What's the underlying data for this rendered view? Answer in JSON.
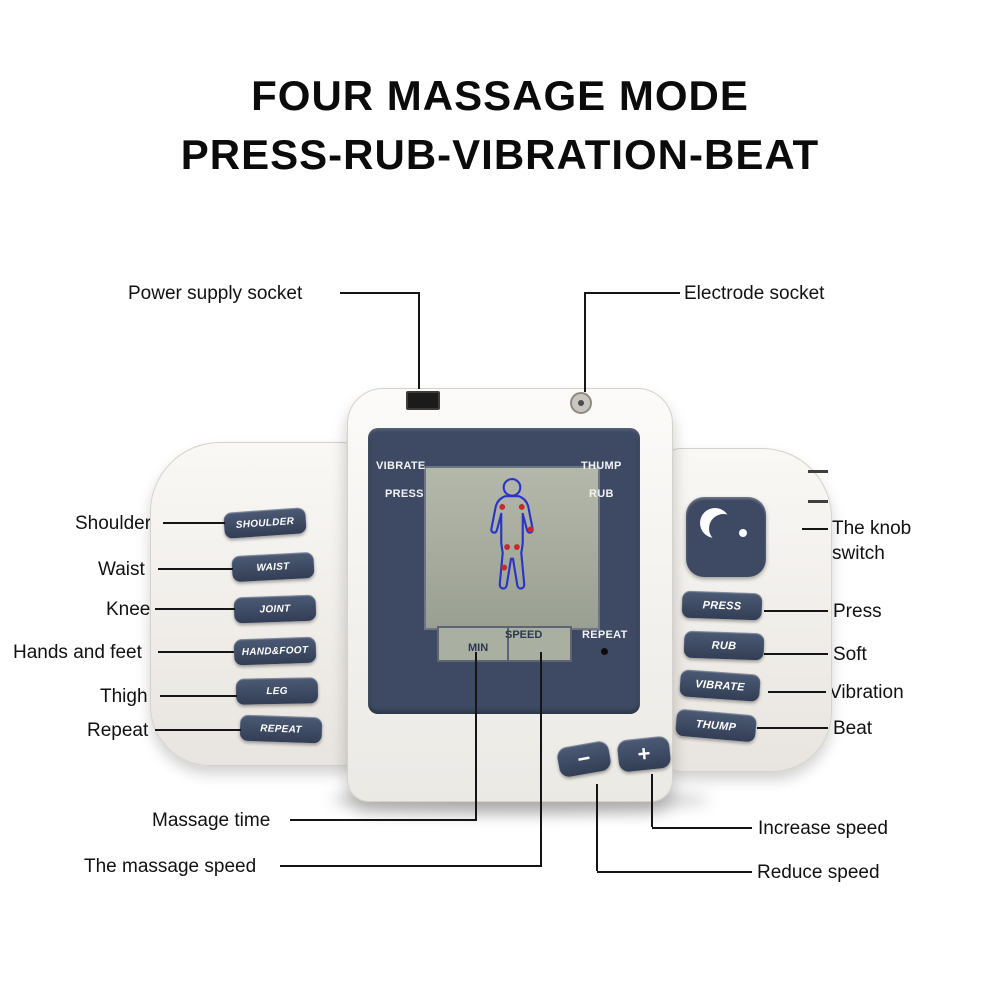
{
  "title": {
    "line1": "FOUR MASSAGE MODE",
    "line2": "PRESS-RUB-VIBRATION-BEAT"
  },
  "callouts": {
    "power_supply_socket": "Power supply socket",
    "electrode_socket": "Electrode socket",
    "shoulder": "Shoulder",
    "waist": "Waist",
    "knee": "Knee",
    "hands_and_feet": "Hands and feet",
    "thigh": "Thigh",
    "repeat": "Repeat",
    "knob_switch": "The knob switch",
    "press": "Press",
    "soft": "Soft",
    "vibration": "Vibration",
    "beat": "Beat",
    "massage_time": "Massage time",
    "massage_speed": "The massage speed",
    "increase_speed": "Increase speed",
    "reduce_speed": "Reduce speed"
  },
  "device": {
    "left_buttons": [
      "SHOULDER",
      "WAIST",
      "JOINT",
      "HAND&FOOT",
      "LEG",
      "REPEAT"
    ],
    "right_buttons": [
      "PRESS",
      "RUB",
      "VIBRATE",
      "THUMP"
    ],
    "screen_labels": {
      "top_left_1": "VIBRATE",
      "top_left_2": "PRESS",
      "top_right_1": "THUMP",
      "top_right_2": "RUB",
      "repeat": "REPEAT",
      "speed": "SPEED",
      "min": "MIN"
    },
    "decrease_label": "−",
    "increase_label": "+",
    "colors": {
      "panel_navy": "#3E4A63",
      "screen_gray": "#A9AEA0",
      "figure_blue": "#2A35C8",
      "marker_red": "#C42B2B"
    }
  }
}
